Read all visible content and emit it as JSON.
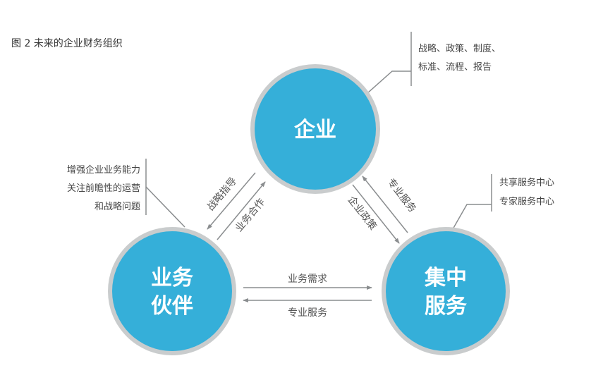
{
  "caption": "图 2  未来的企业财务组织",
  "colors": {
    "circle": "#35afd9",
    "ring": "#c9cccd",
    "line": "#8a8d8f"
  },
  "nodes": {
    "enterprise": {
      "label": "企业"
    },
    "business_partner": {
      "line1": "业务",
      "line2": "伙伴"
    },
    "shared_services": {
      "line1": "集中",
      "line2": "服务"
    }
  },
  "notes": {
    "enterprise": [
      "战略、政策、制度、",
      "标准、流程、报告"
    ],
    "business_partner": [
      "增强企业业务能力",
      "关注前瞻性的运营",
      "和战略问题"
    ],
    "shared_services": [
      "共享服务中心",
      "专家服务中心"
    ]
  },
  "arrows": {
    "strategy_guidance": "战略指导",
    "business_cooperation": "业务合作",
    "enterprise_policy": "企业政策",
    "professional_service_top": "专业服务",
    "business_demand": "业务需求",
    "professional_service_bottom": "专业服务"
  }
}
